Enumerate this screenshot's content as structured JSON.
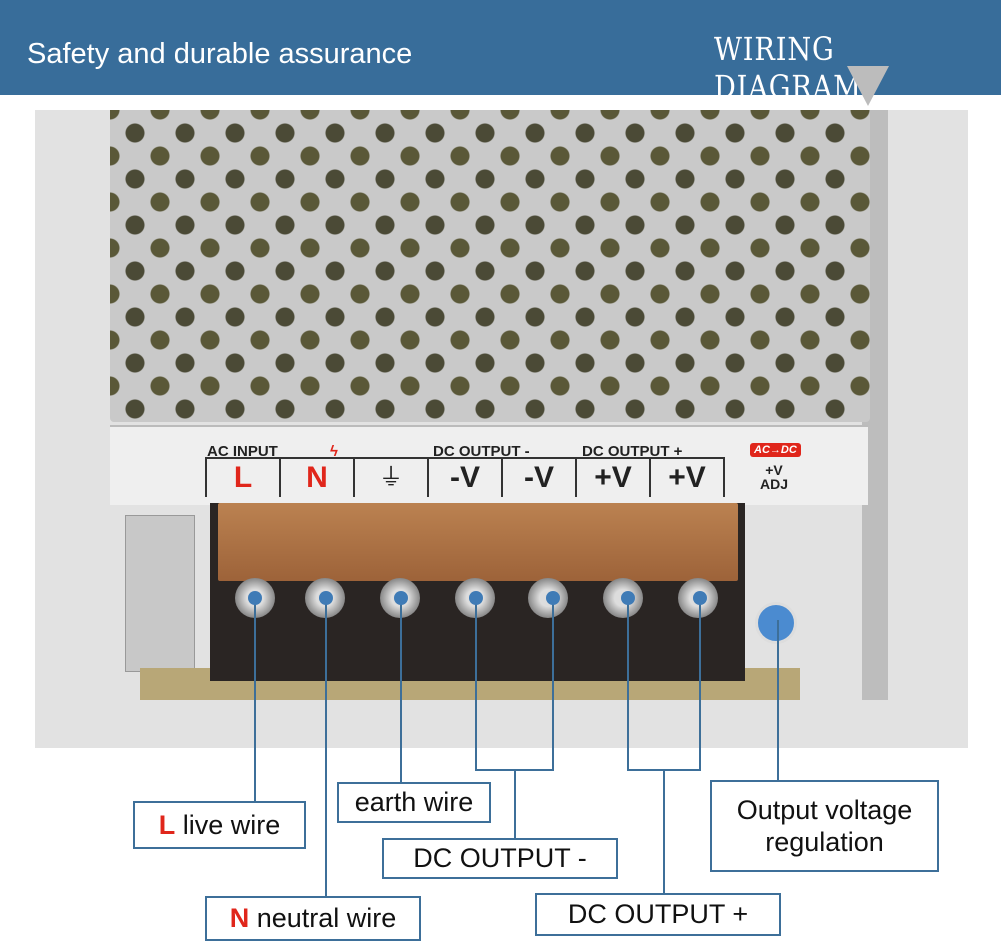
{
  "header": {
    "title": "Safety and durable assurance",
    "badge": "WIRING DIAGRAM"
  },
  "label_strip": {
    "ac_input": "AC INPUT",
    "dc_output_minus": "DC OUTPUT -",
    "dc_output_plus": "DC OUTPUT +",
    "ac_dc": "AC→DC",
    "adj_line1": "+V",
    "adj_line2": "ADJ",
    "terminals": [
      "L",
      "N",
      "⏚",
      "-V",
      "-V",
      "+V",
      "+V"
    ]
  },
  "callouts": {
    "live": {
      "letter": "L",
      "text": "live wire"
    },
    "neutral": {
      "letter": "N",
      "text": "neutral wire"
    },
    "earth": "earth wire",
    "dc_minus": "DC OUTPUT -",
    "dc_plus": "DC OUTPUT +",
    "regulation": "Output voltage regulation"
  },
  "colors": {
    "header": "#386d9a",
    "line": "#3d6f99",
    "accent": "#e0261b"
  }
}
